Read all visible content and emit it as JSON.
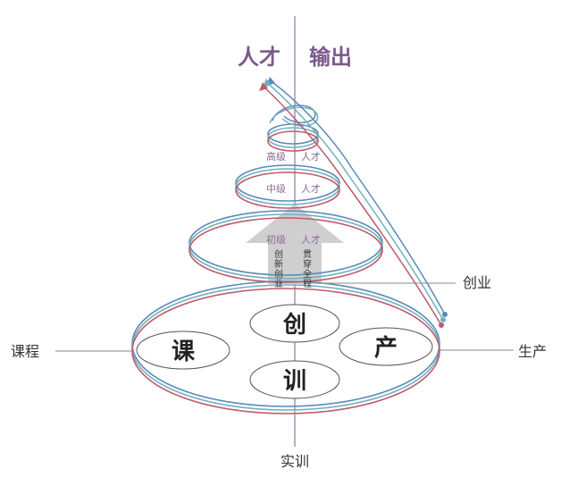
{
  "title": {
    "left": "人才",
    "right": "输出"
  },
  "levels": {
    "advanced": {
      "left": "高级",
      "right": "人才"
    },
    "middle": {
      "left": "中级",
      "right": "人才"
    },
    "junior": {
      "left": "初级",
      "right": "人才"
    }
  },
  "arrow_text": {
    "left": [
      "创",
      "新",
      "创",
      "业"
    ],
    "right": [
      "贯",
      "穿",
      "全",
      "程"
    ]
  },
  "side_labels": {
    "left": "课程",
    "right": "生产",
    "bottom": "实训",
    "upper_right": "创业"
  },
  "nodes": {
    "top": "创",
    "left": "课",
    "right": "产",
    "bottom": "训"
  },
  "colors": {
    "title": "#7a5a8c",
    "level": "#8a6a95",
    "blue": "#5b8ab5",
    "teal": "#6fb1c0",
    "red": "#c0596a",
    "arrow": "#cfcfcf",
    "line": "#888888"
  }
}
